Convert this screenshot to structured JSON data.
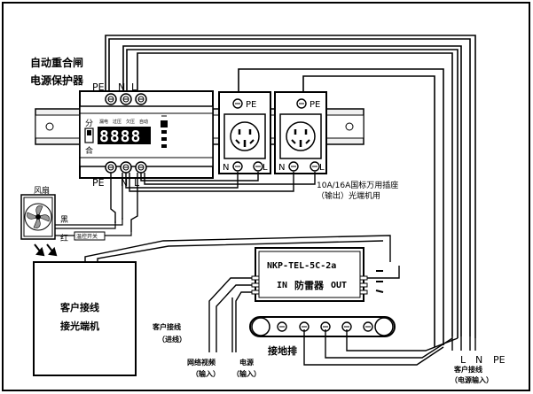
{
  "title": {
    "line1": "自动重合闸",
    "line2": "电源保护器"
  },
  "breaker": {
    "top_terminals": [
      "PE",
      "N",
      "L"
    ],
    "bottom_terminals": [
      "PE",
      "N",
      "L"
    ],
    "switch_top": "分",
    "switch_bottom": "合",
    "panel_labels": [
      "漏电",
      "过压",
      "欠压",
      "自动"
    ],
    "display": "8888"
  },
  "sockets": {
    "top_labels": [
      "PE",
      "PE"
    ],
    "bottom_labels": [
      "N",
      "L",
      "N",
      "L"
    ],
    "caption_line1": "10A/16A国标万用插座",
    "caption_line2": "（输出）光端机用"
  },
  "fan": {
    "label": "风扇",
    "wire_black": "黑",
    "wire_red": "红",
    "switch_label": "温控开关"
  },
  "client_box": {
    "line1": "客户接线",
    "line2": "接光端机"
  },
  "client_in": {
    "line1": "客户接线",
    "line2": "（进线）"
  },
  "surge": {
    "model": "NKP-TEL-5C-2a",
    "in_label": "IN",
    "name": "防雷器",
    "out_label": "OUT"
  },
  "ground_bar": {
    "label": "接地排"
  },
  "network_video": {
    "line1": "网络视频",
    "line2": "（输入）"
  },
  "power_in": {
    "line1": "电源",
    "line2": "（输入）"
  },
  "client_power": {
    "terminals": [
      "L",
      "N",
      "PE"
    ],
    "line1": "客户接线",
    "line2": "（电源输入）"
  },
  "colors": {
    "line": "#000000",
    "device_fill": "#ffffff",
    "rail_fill": "#e6e6e6",
    "frame": "#000000"
  }
}
